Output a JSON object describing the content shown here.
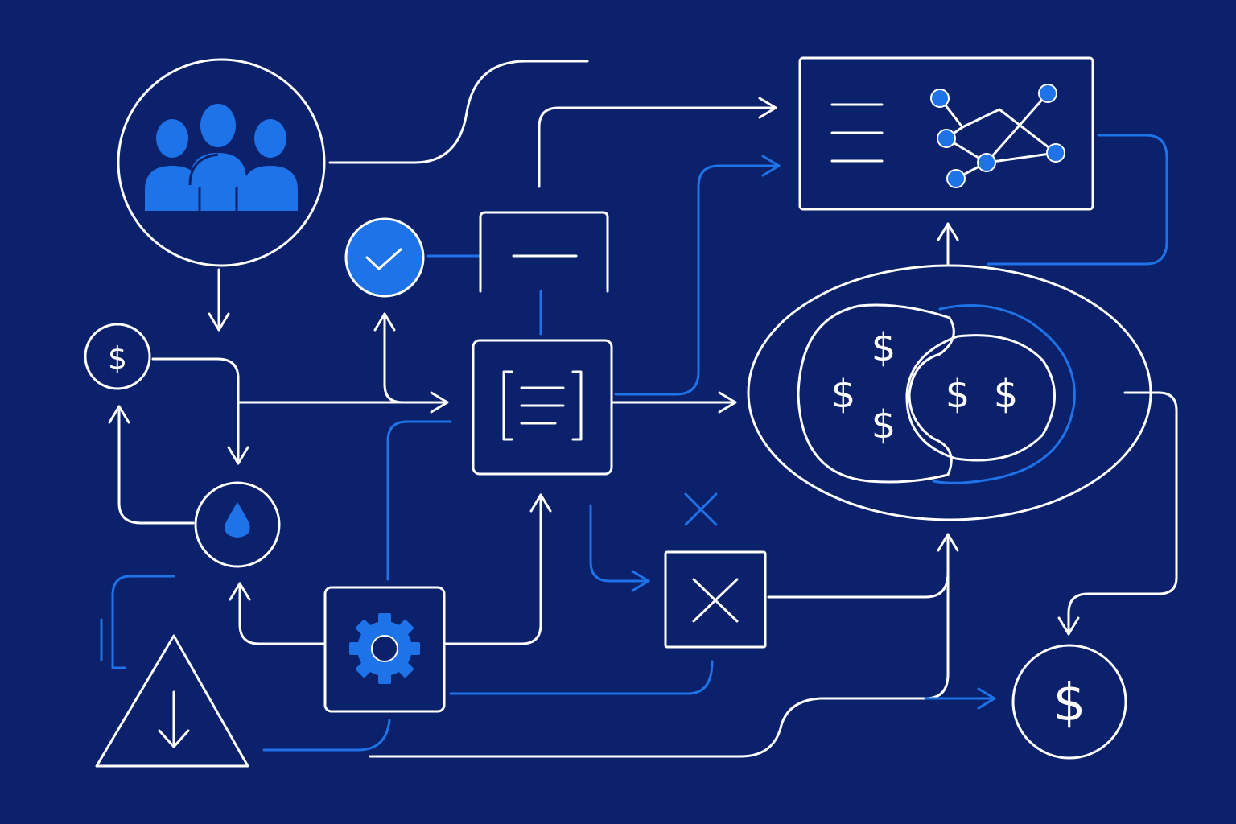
{
  "background_color": "#0b216b",
  "line_color": "#ffffff",
  "accent_color": "#1f73e8",
  "symbols": {
    "currency": "$"
  },
  "nodes": [
    {
      "id": "people",
      "icon": "people-group-icon"
    },
    {
      "id": "coin-small",
      "icon": "dollar-coin-icon"
    },
    {
      "id": "droplet",
      "icon": "droplet-icon"
    },
    {
      "id": "warning",
      "icon": "warning-download-icon"
    },
    {
      "id": "check",
      "icon": "checkmark-icon"
    },
    {
      "id": "header-box",
      "icon": "minus-icon"
    },
    {
      "id": "document",
      "icon": "document-lines-icon"
    },
    {
      "id": "gear",
      "icon": "gear-icon"
    },
    {
      "id": "cancel",
      "icon": "close-icon"
    },
    {
      "id": "dashboard",
      "icon": "network-graph-icon"
    },
    {
      "id": "money-pool",
      "icon": "money-pool-icon"
    },
    {
      "id": "coin-large",
      "icon": "dollar-coin-icon"
    }
  ]
}
